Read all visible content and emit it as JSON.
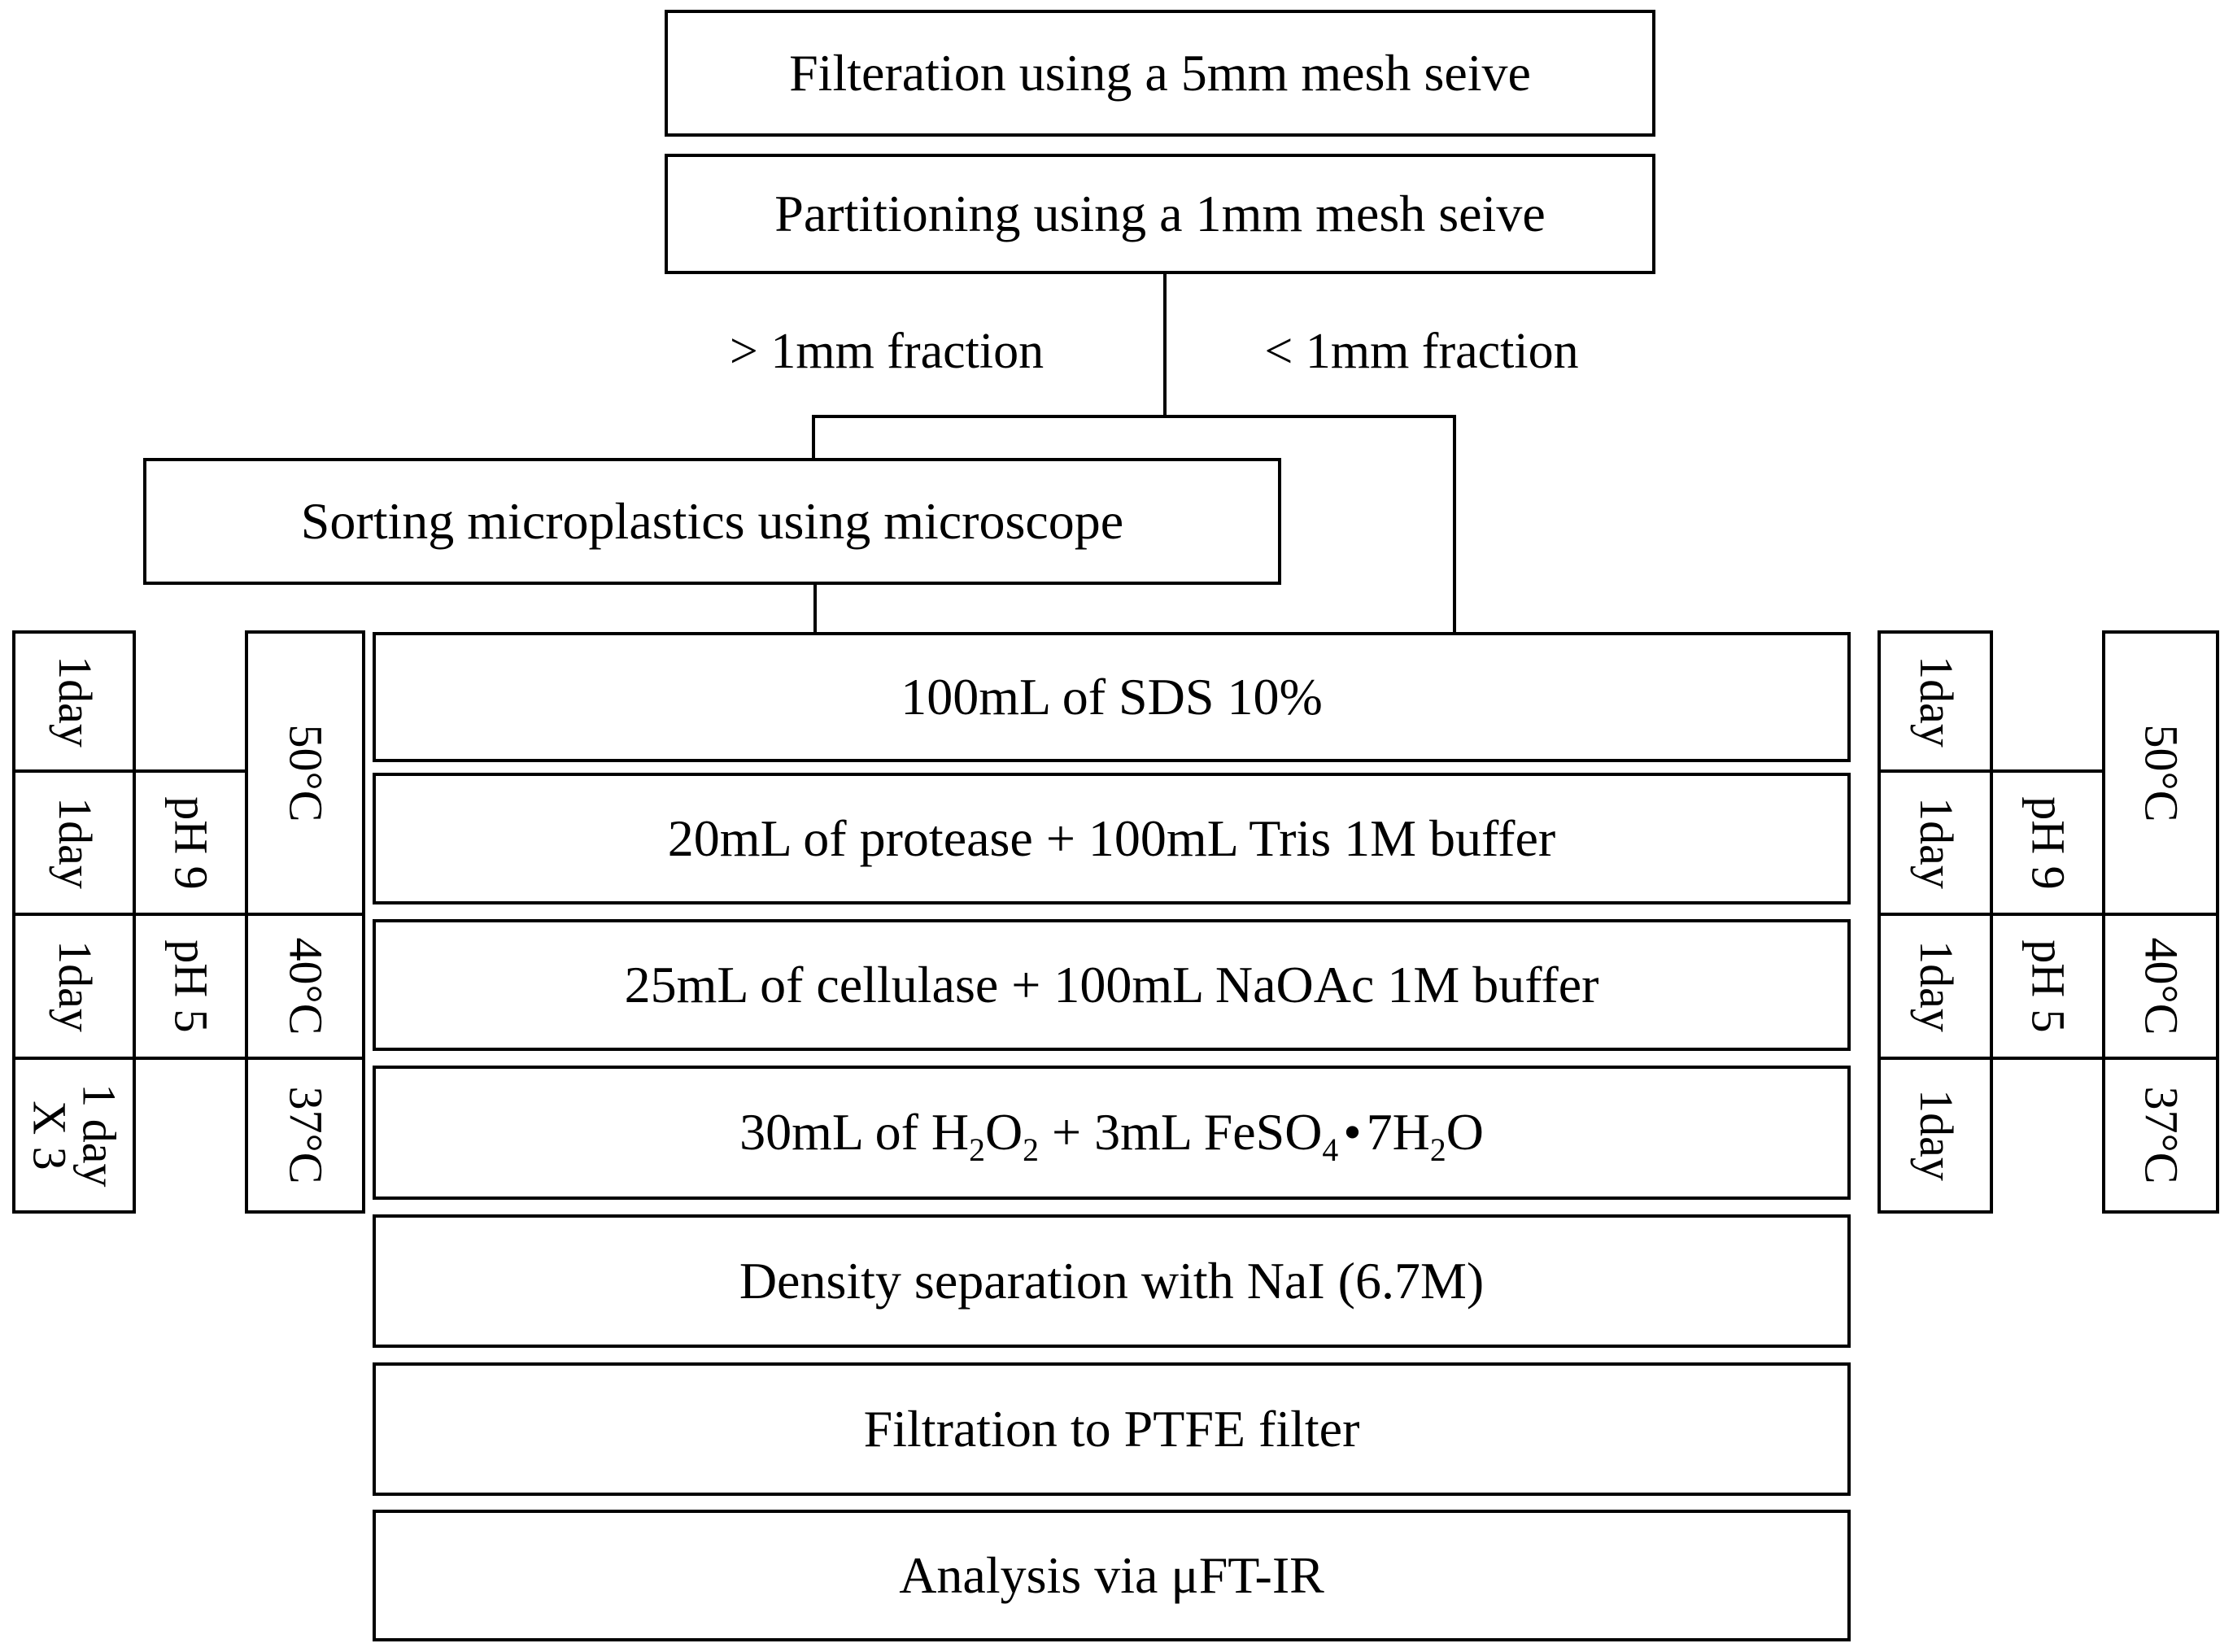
{
  "figure": {
    "type": "flowchart",
    "colors": {
      "line": "#000000",
      "background": "#ffffff",
      "text": "#000000"
    },
    "top": {
      "filteration": "Filteration using a 5mm mesh seive",
      "partitioning": "Partitioning using a 1mm mesh seive"
    },
    "branches": {
      "left_label": "> 1mm fraction",
      "right_label": "< 1mm fraction"
    },
    "sorting": "Sorting microplastics using microscope",
    "process": {
      "sds": "100mL of SDS 10%",
      "protease": "20mL of protease + 100mL Tris 1M buffer",
      "cellulase": "25mL of cellulase + 100mL NaOAc 1M buffer",
      "h2o2_parts": [
        "30mL of H",
        "2",
        "O",
        "2",
        " + 3mL FeSO",
        "4",
        "7H",
        "2",
        "O"
      ],
      "h2o2_dot": "•",
      "density": "Density separation with NaI (6.7M)",
      "filtration": "Filtration to PTFE filter",
      "analysis": "Analysis via μFT-IR"
    },
    "left_conditions": {
      "day1": "1day",
      "day2": "1day",
      "day3": "1day",
      "day4": "1 day\nX 3",
      "ph9": "pH 9",
      "ph5": "pH 5",
      "t50": "50°C",
      "t40": "40°C",
      "t37": "37°C"
    },
    "right_conditions": {
      "day1": "1day",
      "day2": "1day",
      "day3": "1day",
      "day4": "1day",
      "ph9": "pH 9",
      "ph5": "pH 5",
      "t50": "50°C",
      "t40": "40°C",
      "t37": "37°C"
    }
  }
}
